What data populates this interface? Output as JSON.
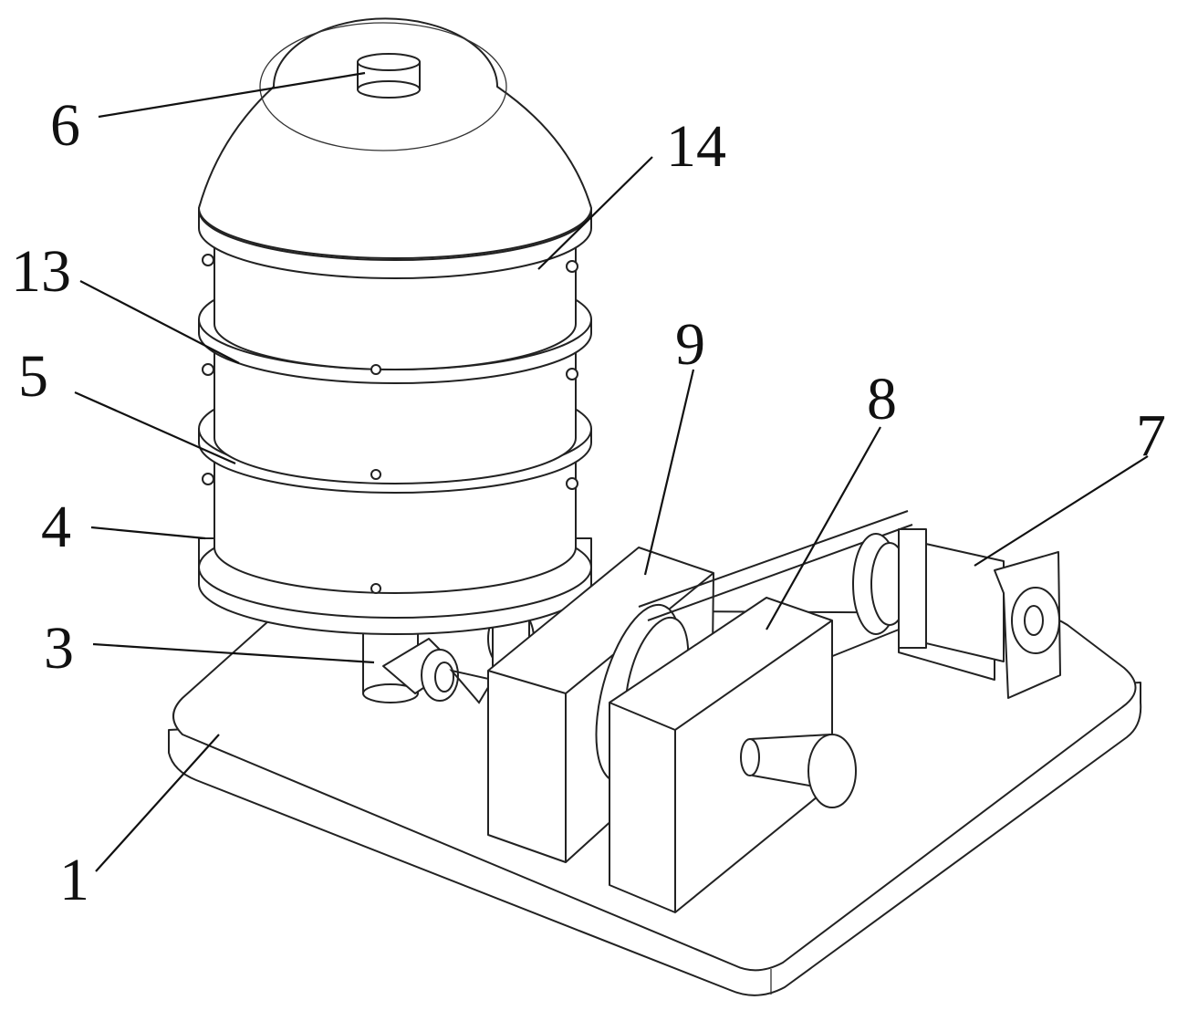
{
  "figure": {
    "labels": {
      "base_plate": "1",
      "elbow_pipe": "3",
      "bottom_screen_ring": "4",
      "lower_screen_section": "5",
      "feed_inlet": "6",
      "motor": "7",
      "gearbox": "8",
      "eccentric_box": "9",
      "middle_screen_section": "13",
      "upper_screen_section": "14"
    },
    "line_color": "#222222",
    "background": "#ffffff"
  }
}
